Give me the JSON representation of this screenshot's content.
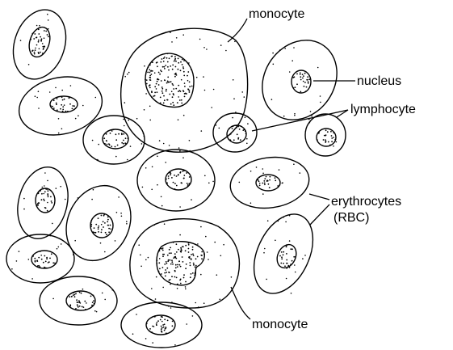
{
  "labels": {
    "monocyte_top": "monocyte",
    "nucleus": "nucleus",
    "lymphocyte": "lymphocyte",
    "erythrocytes_line1": "erythrocytes",
    "erythrocytes_line2": "(RBC)",
    "monocyte_bottom": "monocyte"
  },
  "colors": {
    "ink": "#000000",
    "paper": "#ffffff"
  }
}
